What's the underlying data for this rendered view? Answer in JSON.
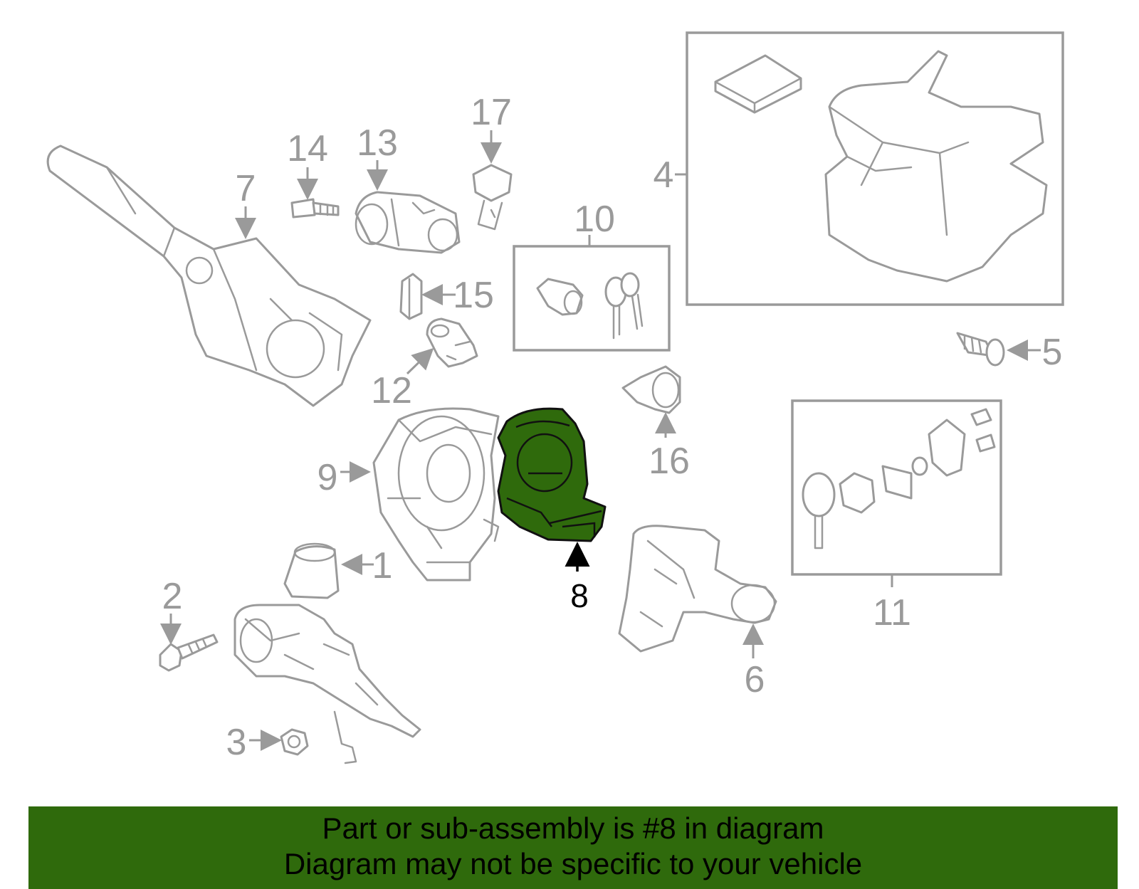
{
  "callouts": {
    "c1": "1",
    "c2": "2",
    "c3": "3",
    "c4": "4",
    "c5": "5",
    "c6": "6",
    "c7": "7",
    "c8": "8",
    "c9": "9",
    "c10": "10",
    "c11": "11",
    "c12": "12",
    "c13": "13",
    "c14": "14",
    "c15": "15",
    "c16": "16",
    "c17": "17"
  },
  "highlighted_part": "8",
  "colors": {
    "highlight": "#2f6a0c",
    "line": "#9a9a9a",
    "banner_bg": "#2f6a0c"
  },
  "banner": {
    "line1": "Part or sub-assembly is #8 in diagram",
    "line2": "Diagram may not be specific to your vehicle"
  }
}
